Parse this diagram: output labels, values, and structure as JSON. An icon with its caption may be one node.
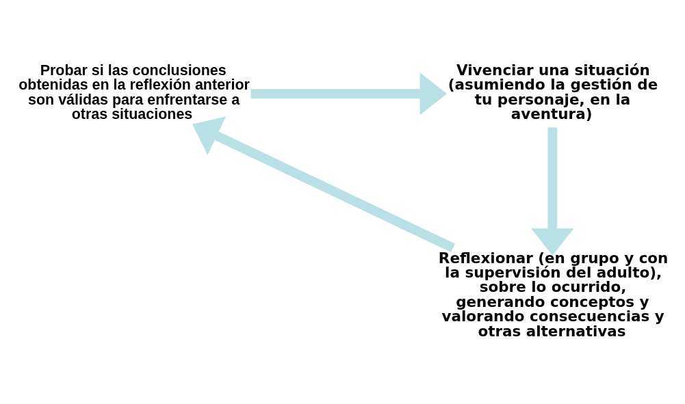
{
  "diagram": {
    "nodes": [
      {
        "text": [
          "Probar si las conclusiones obtenidas en la reflexión anterior son válidas para enfrentarse a otras situaciones"
        ]
      },
      {
        "text": [
          "Vivenciar una situación (asumiendo la gestión de tu personaje, en la aventura)"
        ]
      },
      {
        "text": [
          "Reflexionar (en grupo y con la supervisión del adulto), sobre lo ocurrido, generando conceptos y valorando consecuencias y otras alternativas"
        ]
      }
    ],
    "edges": [
      {
        "from": 0,
        "to": 1,
        "arrow": "to"
      },
      {
        "from": 1,
        "to": 2,
        "arrow": "to"
      },
      {
        "from": 2,
        "to": 0,
        "arrow": "to"
      }
    ]
  }
}
